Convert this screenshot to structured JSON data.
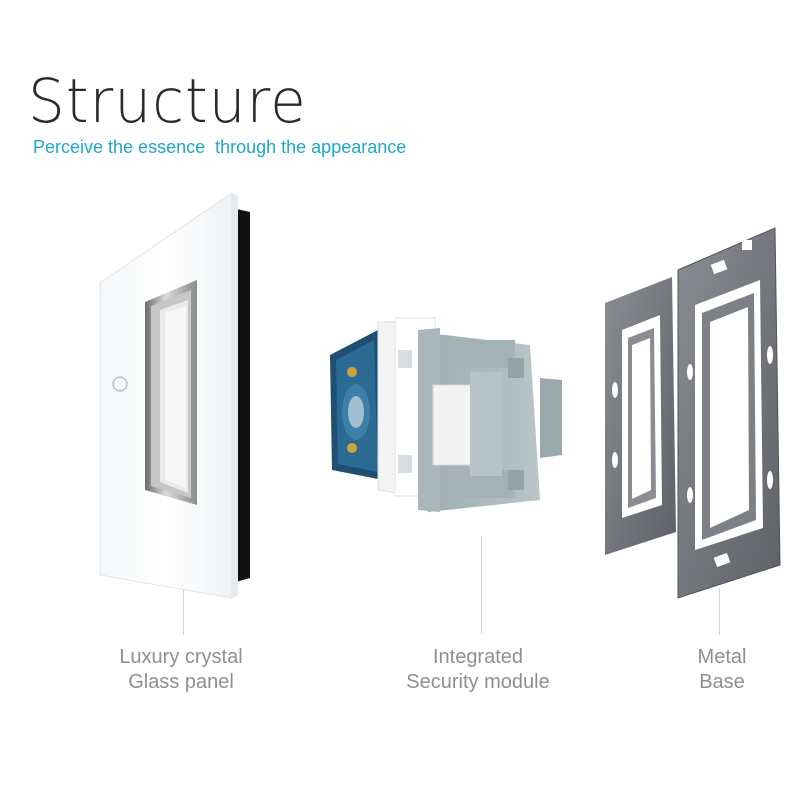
{
  "header": {
    "title": "Structure",
    "subtitle": "Perceive the essence  through the appearance"
  },
  "components": [
    {
      "line1": "Luxury crystal",
      "line2": "Glass panel"
    },
    {
      "line1": "Integrated",
      "line2": "Security module"
    },
    {
      "line1": "Metal",
      "line2": "Base"
    }
  ],
  "colors": {
    "accent": "#1fa6c8",
    "title": "#2a2a2a",
    "label": "#8f8f8f"
  },
  "icons": [
    "glass-panel-illustration",
    "security-module-illustration",
    "metal-base-illustration",
    "touch-button-icon"
  ]
}
